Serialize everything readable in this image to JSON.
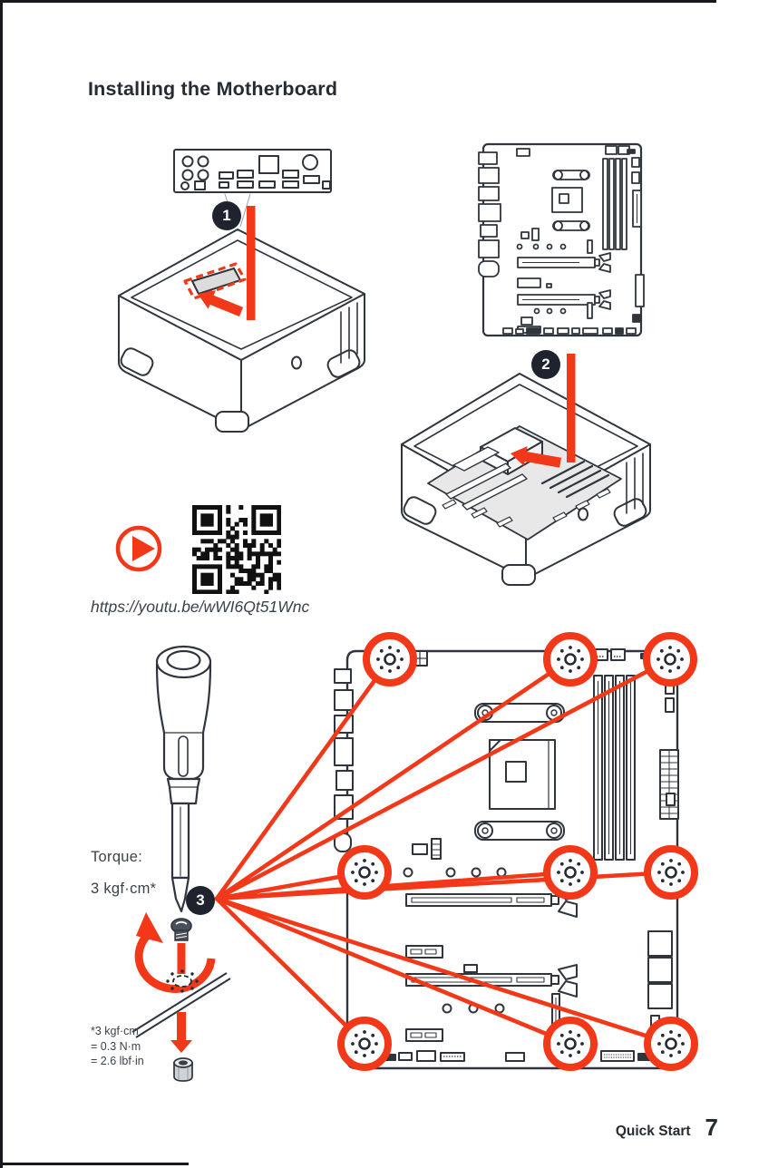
{
  "header": {
    "title": "Installing the Motherboard"
  },
  "steps": [
    {
      "number": "1"
    },
    {
      "number": "2"
    },
    {
      "number": "3"
    }
  ],
  "video": {
    "url": "https://youtu.be/wWI6Qt51Wnc"
  },
  "torque": {
    "label": "Torque:",
    "value": "3 kgf·cm*",
    "note_lines": [
      "*3 kgf·cm",
      "= 0.3 N·m",
      "= 2.6 lbf·in"
    ]
  },
  "footer": {
    "section": "Quick Start",
    "page": "7"
  },
  "colors": {
    "accent_red": "#f23818",
    "badge_dark": "#1e232e",
    "ink": "#262b33",
    "line_art": "#30353d"
  }
}
